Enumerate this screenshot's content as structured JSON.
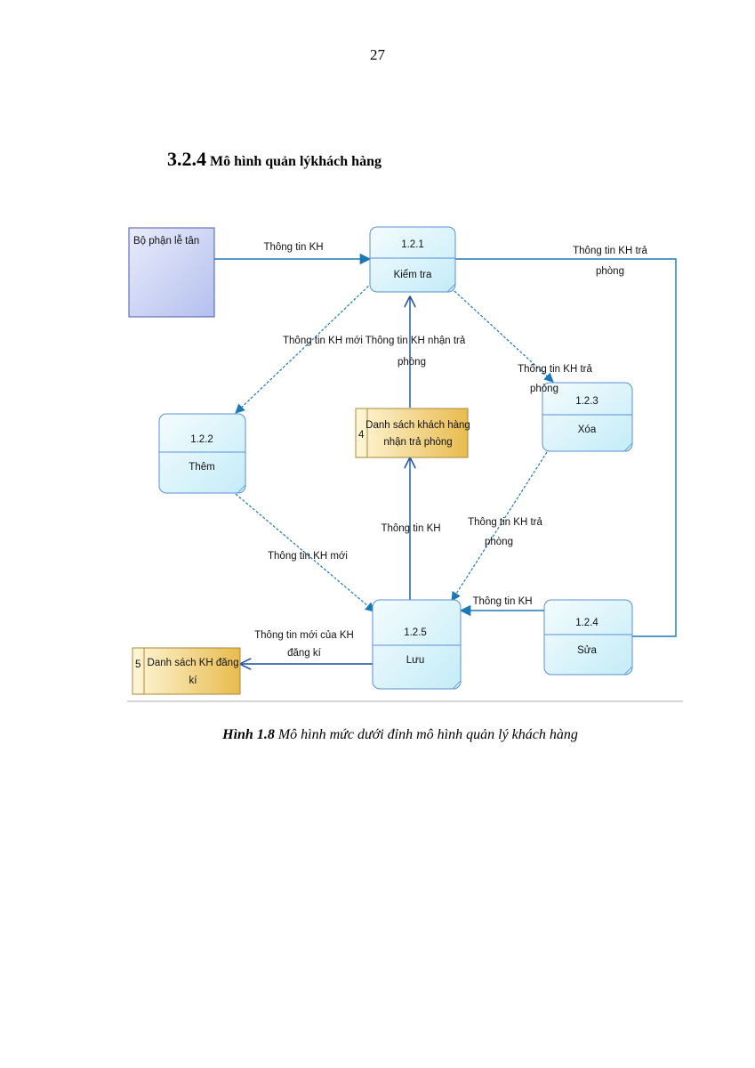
{
  "page_number": "27",
  "section": {
    "number": "3.2.4",
    "title": "Mô hình quản lýkhách hàng"
  },
  "diagram": {
    "external_entity": {
      "name": "Bộ phận lễ tân"
    },
    "processes": [
      {
        "id": "1.2.1",
        "name": "Kiểm tra"
      },
      {
        "id": "1.2.2",
        "name": "Thêm"
      },
      {
        "id": "1.2.3",
        "name": "Xóa"
      },
      {
        "id": "1.2.4",
        "name": "Sửa"
      },
      {
        "id": "1.2.5",
        "name": "Lưu"
      }
    ],
    "data_stores": [
      {
        "id": "4",
        "name_line1": "Danh sách khách hàng",
        "name_line2": "nhận trả phòng"
      },
      {
        "id": "5",
        "name_line1": "Danh sách KH đăng",
        "name_line2": "kí"
      }
    ],
    "flows": {
      "f1": "Thông tin KH",
      "f2_line1": "Thông tin KH trả",
      "f2_line2": "phòng",
      "f3": "Thông tin KH mới",
      "f4_line1": "Thông tin KH  nhận trả",
      "f4_line2": "phòng",
      "f5_line1": "Thông tin KH trả",
      "f5_line2": "phòng",
      "f6": "Thông tin KH mới",
      "f7": "Thông tin KH",
      "f8_line1": "Thông tin KH trả",
      "f8_line2": "phòng",
      "f9": "Thông tin KH",
      "f10_line1": "Thông tin mới của KH",
      "f10_line2": "đăng kí"
    }
  },
  "caption": {
    "label": "Hình 1.8",
    "text": " Mô hình mức dưới đỉnh mô hình quản lý khách hàng"
  }
}
